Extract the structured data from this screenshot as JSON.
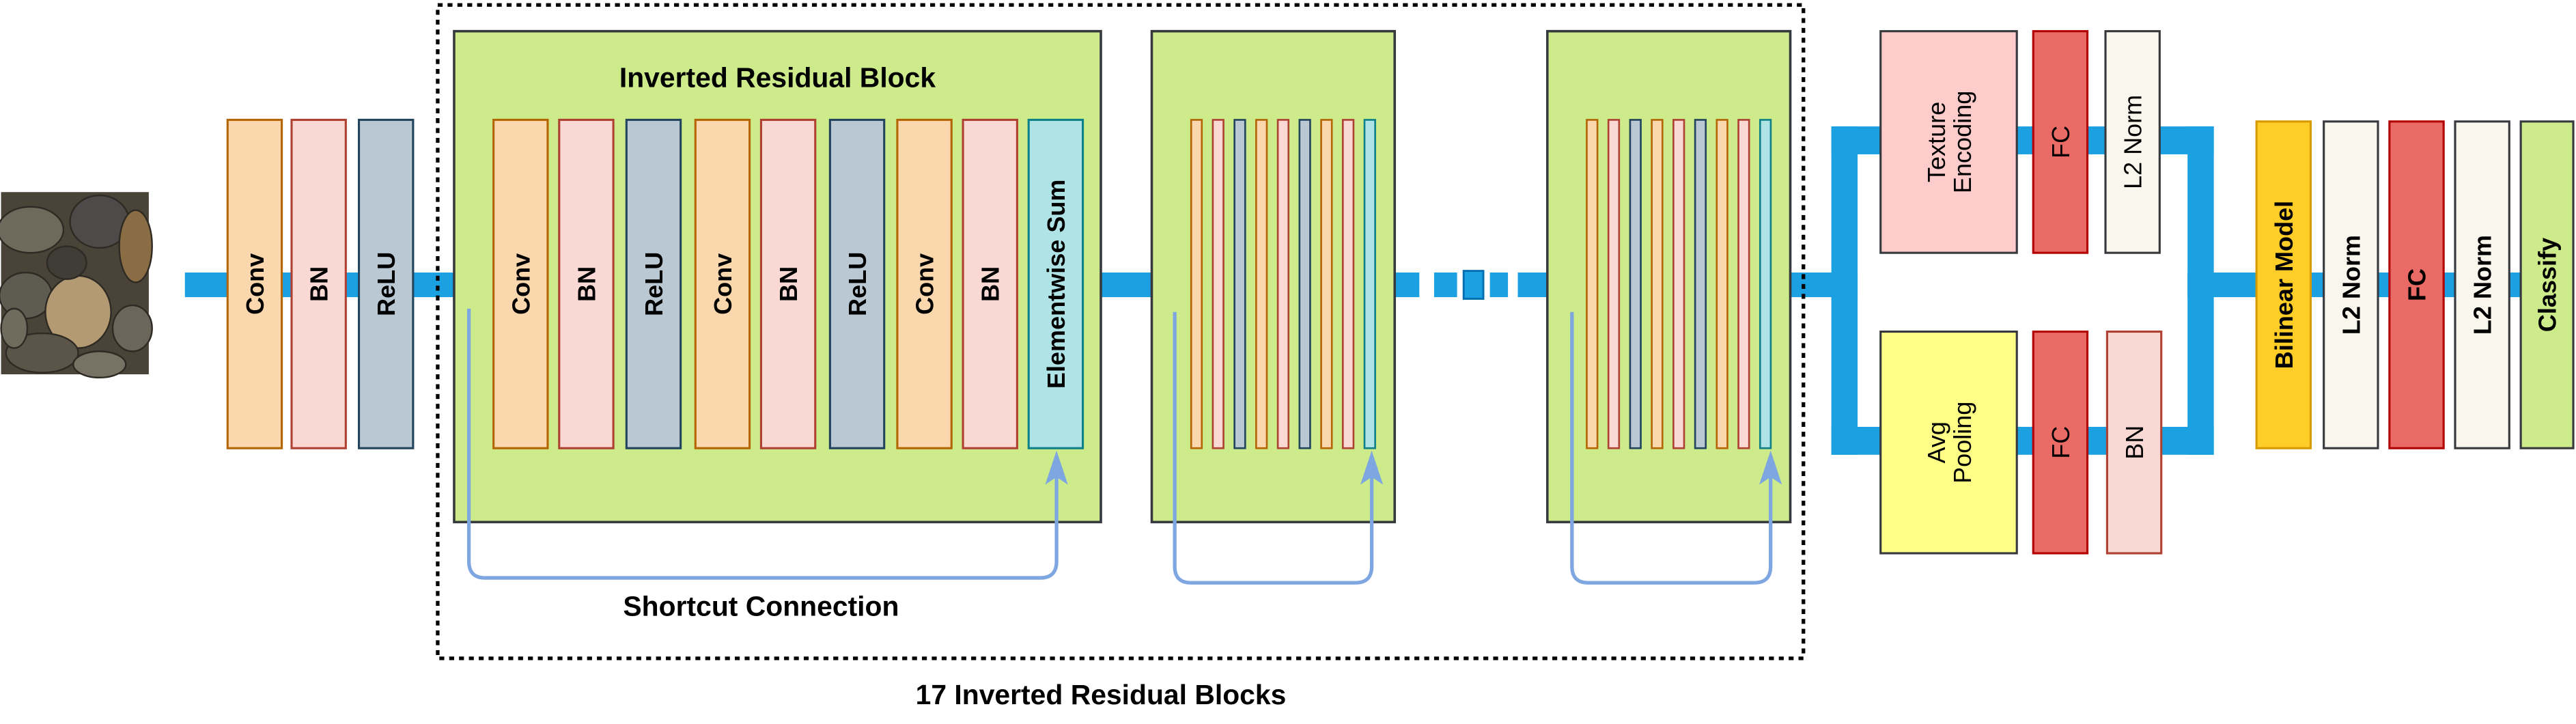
{
  "colors": {
    "pipe": "#1ba1e2",
    "shortcut": "#7ea6e0",
    "block_fill": "#cdeb8b",
    "block_stroke": "#36393d",
    "conv": [
      "#fad7ac",
      "#b46504"
    ],
    "bn": [
      "#fad9d5",
      "#ae4132"
    ],
    "relu": [
      "#bac8d3",
      "#23445d"
    ],
    "sum": [
      "#b0e3e6",
      "#0e8088"
    ],
    "fc": [
      "#ea6b66",
      "#b20000"
    ],
    "l2": [
      "#f9f7ed",
      "#36393d"
    ],
    "texture": [
      "#ffcccc",
      "#36393d"
    ],
    "avgpool": [
      "#ffff88",
      "#36393d"
    ],
    "bilinear": [
      "#ffcd28",
      "#d79b00"
    ],
    "classify": [
      "#cdeb8b",
      "#36393d"
    ]
  },
  "input_image": {
    "icon": "rock-texture-image"
  },
  "stem": [
    {
      "label": "Conv",
      "kind": "conv"
    },
    {
      "label": "BN",
      "kind": "bn"
    },
    {
      "label": "ReLU",
      "kind": "relu"
    }
  ],
  "block": {
    "title": "Inverted Residual Block",
    "layers": [
      {
        "label": "Conv",
        "kind": "conv"
      },
      {
        "label": "BN",
        "kind": "bn"
      },
      {
        "label": "ReLU",
        "kind": "relu"
      },
      {
        "label": "Conv",
        "kind": "conv"
      },
      {
        "label": "BN",
        "kind": "bn"
      },
      {
        "label": "ReLU",
        "kind": "relu"
      },
      {
        "label": "Conv",
        "kind": "conv"
      },
      {
        "label": "BN",
        "kind": "bn"
      },
      {
        "label": "Elementwise Sum",
        "kind": "sum"
      }
    ],
    "shortcut_label": "Shortcut Connection"
  },
  "group_label": "17 Inverted Residual Blocks",
  "upper_branch": [
    {
      "label": "Texture Encoding",
      "kind": "texture",
      "lines": [
        "Texture",
        "Encoding"
      ]
    },
    {
      "label": "FC",
      "kind": "fc"
    },
    {
      "label": "L2 Norm",
      "kind": "l2"
    }
  ],
  "lower_branch": [
    {
      "label": "Avg Pooling",
      "kind": "avgpool",
      "lines": [
        "Avg",
        "Pooling"
      ]
    },
    {
      "label": "FC",
      "kind": "fc"
    },
    {
      "label": "BN",
      "kind": "bn"
    }
  ],
  "head": [
    {
      "label": "Bilinear Model",
      "kind": "bilinear"
    },
    {
      "label": "L2 Norm",
      "kind": "l2"
    },
    {
      "label": "FC",
      "kind": "fc"
    },
    {
      "label": "L2 Norm",
      "kind": "l2"
    },
    {
      "label": "Classify",
      "kind": "classify"
    }
  ]
}
